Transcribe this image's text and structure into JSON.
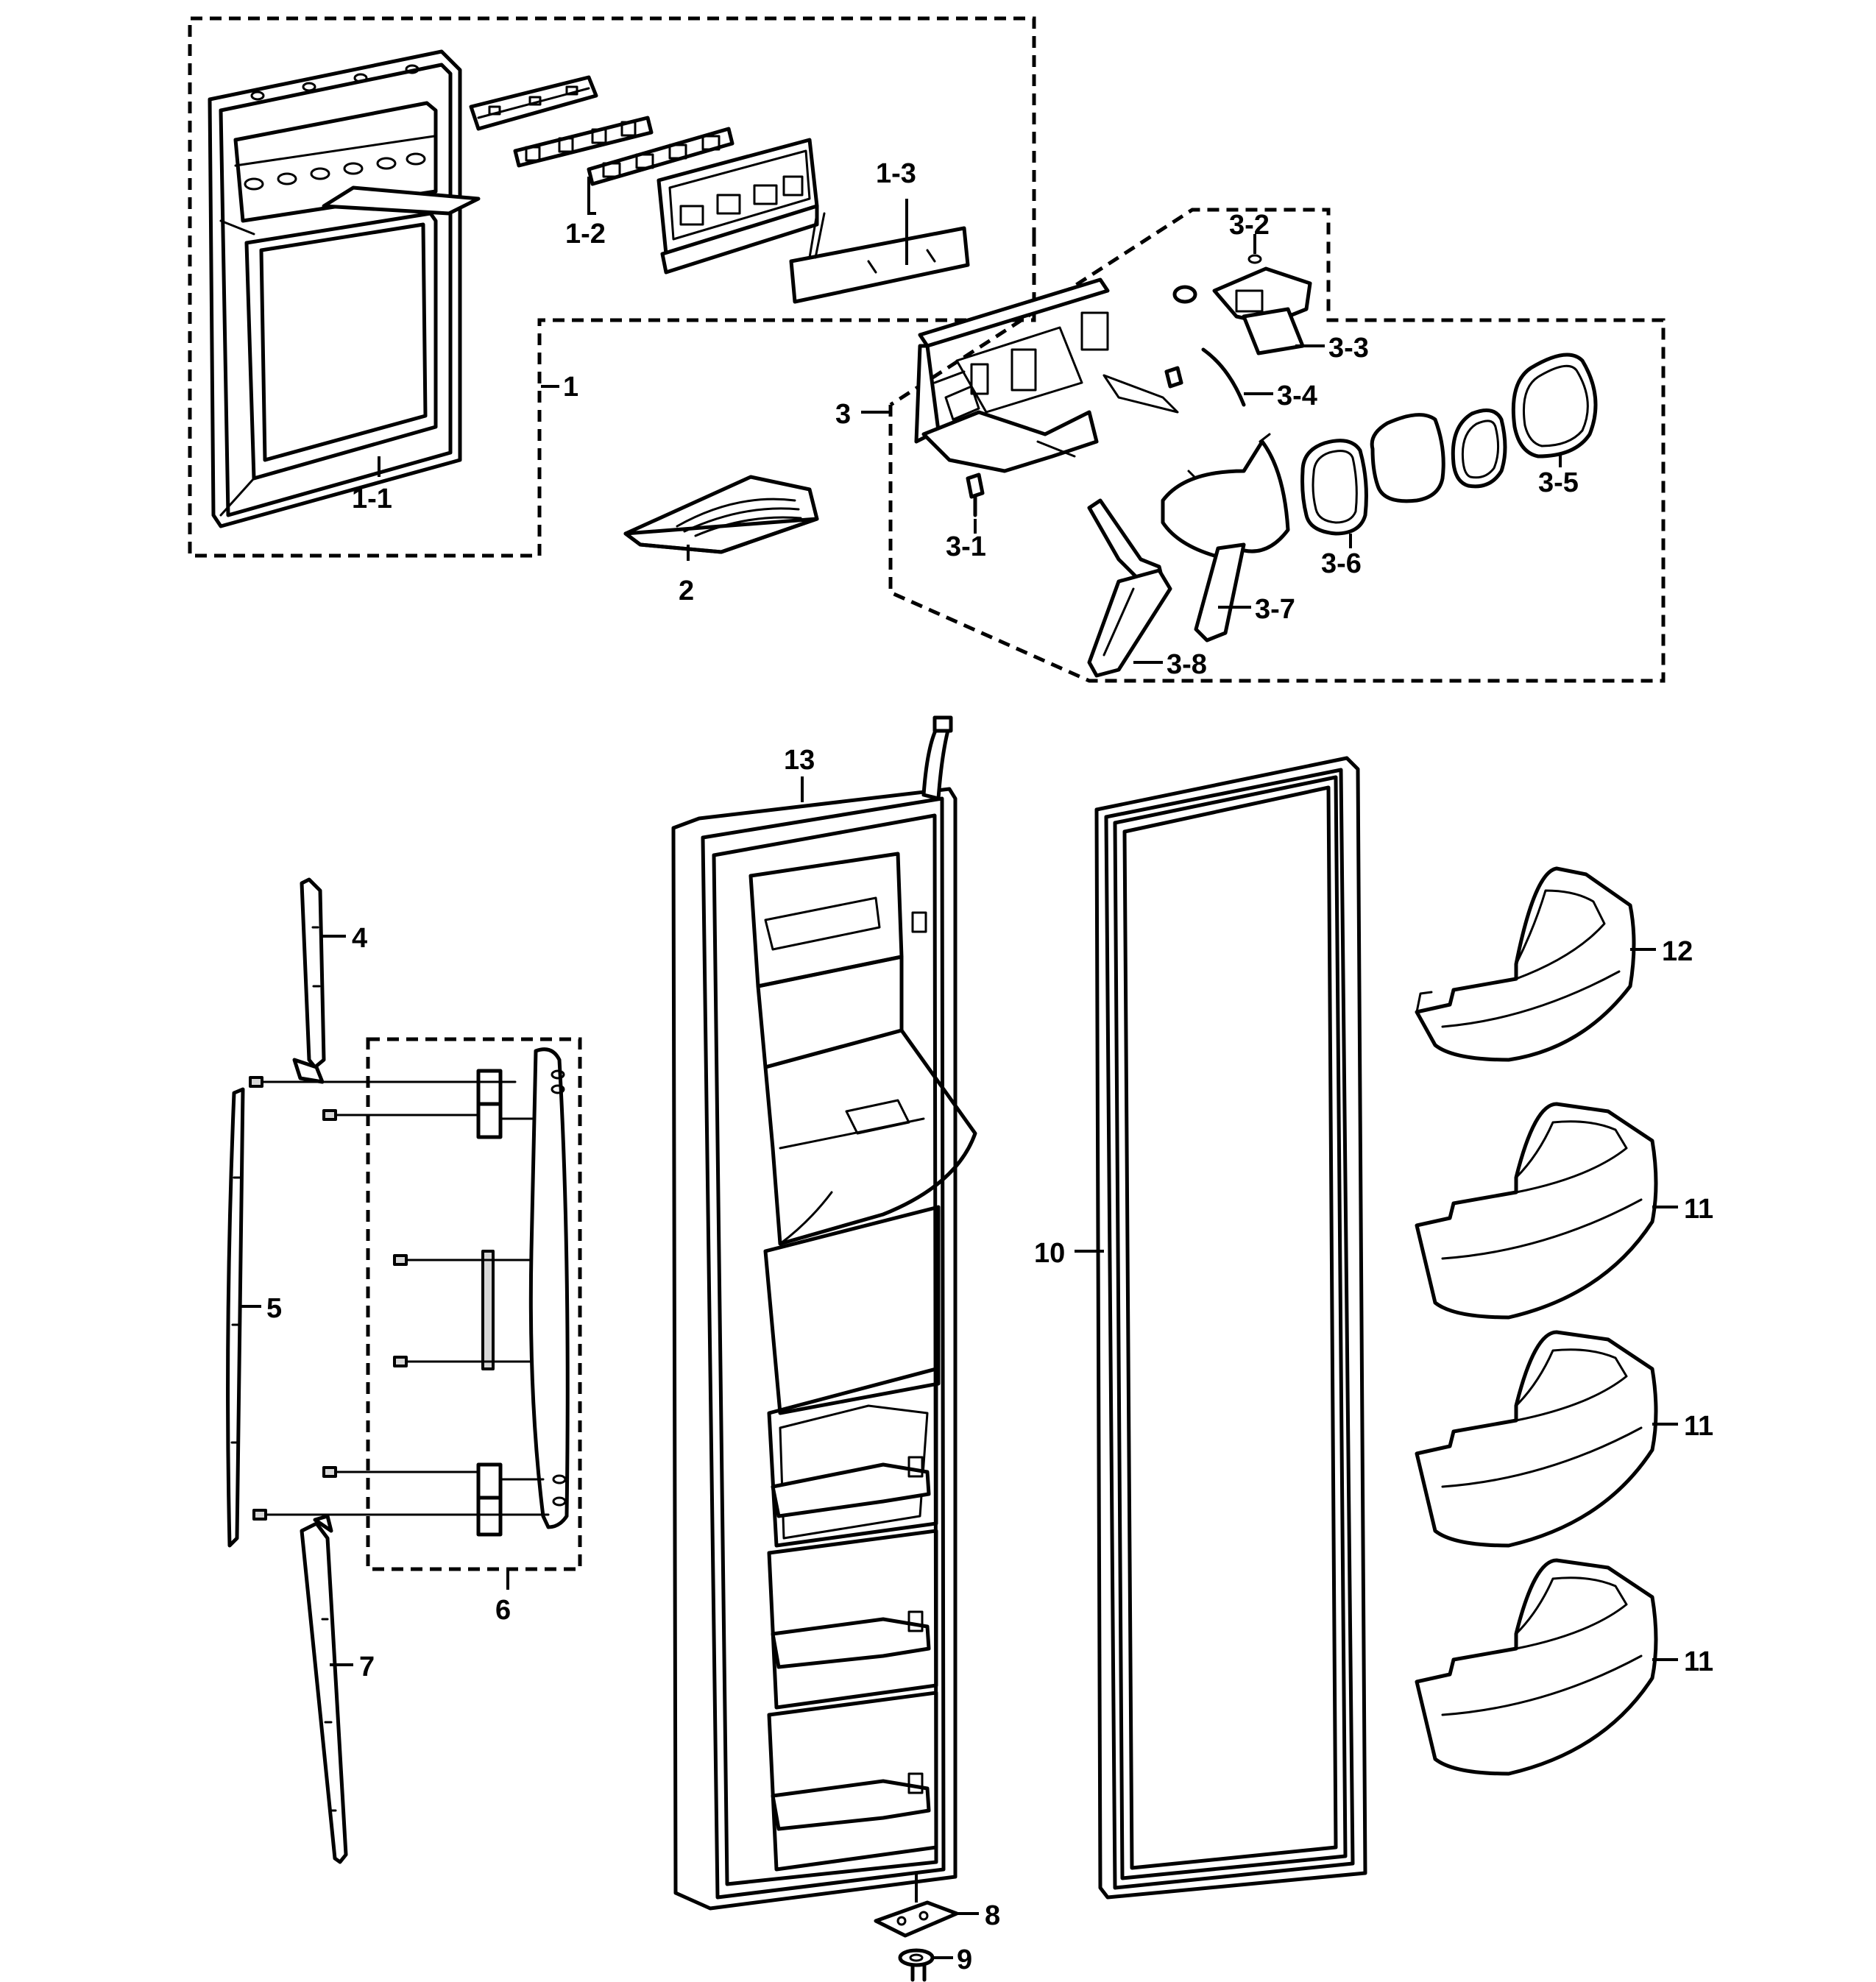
{
  "callouts": {
    "c1": "1",
    "c1_1": "1-1",
    "c1_2": "1-2",
    "c1_3": "1-3",
    "c2": "2",
    "c3": "3",
    "c3_1": "3-1",
    "c3_2": "3-2",
    "c3_3": "3-3",
    "c3_4": "3-4",
    "c3_5": "3-5",
    "c3_6": "3-6",
    "c3_7": "3-7",
    "c3_8": "3-8",
    "c4": "4",
    "c5": "5",
    "c6": "6",
    "c7": "7",
    "c8": "8",
    "c9": "9",
    "c10": "10",
    "c11a": "11",
    "c11b": "11",
    "c11c": "11",
    "c12": "12",
    "c13": "13"
  }
}
